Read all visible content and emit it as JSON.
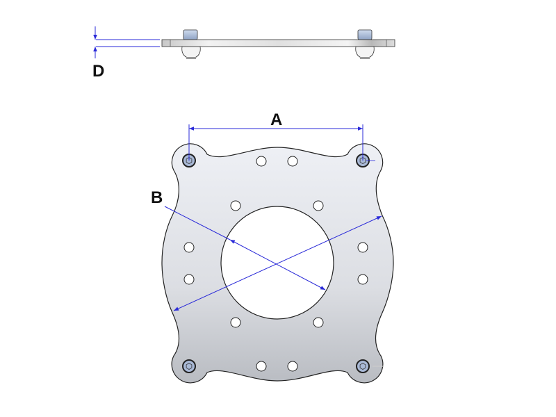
{
  "dimensions": {
    "a_label": "A",
    "b_label": "B",
    "d_label": "D"
  },
  "colors": {
    "dimension_line": "#2a2ad8",
    "plate_light": "#eef0f5",
    "plate_dark": "#b9bcc2",
    "outline": "#222222",
    "nut": "#a9b9d6"
  }
}
